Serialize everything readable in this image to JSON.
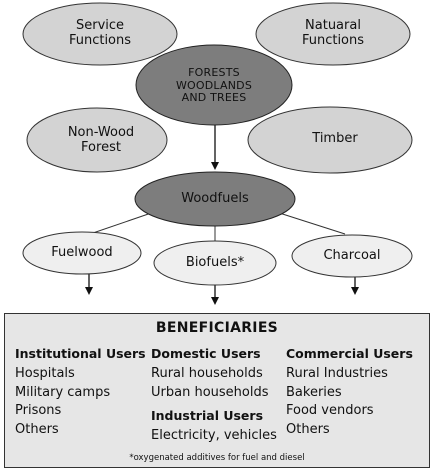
{
  "center": {
    "line1": "FORESTS",
    "line2": "WOODLANDS",
    "line3": "AND TREES"
  },
  "service": {
    "line1": "Service",
    "line2": "Functions"
  },
  "natural": {
    "line1": "Natuaral",
    "line2": "Functions"
  },
  "nonwood": {
    "line1": "Non-Wood",
    "line2": "Forest"
  },
  "timber": "Timber",
  "woodfuels": "Woodfuels",
  "fuelwood": "Fuelwood",
  "biofuels": "Biofuels*",
  "charcoal": "Charcoal",
  "beneficiaries": {
    "title": "BENEFICIARIES",
    "institutional": {
      "heading": "Institutional Users",
      "items": [
        "Hospitals",
        "Military camps",
        "Prisons",
        "Others"
      ]
    },
    "domestic": {
      "heading": "Domestic Users",
      "items": [
        "Rural households",
        "Urban households"
      ]
    },
    "industrial": {
      "heading": "Industrial Users",
      "items": [
        "Electricity, vehicles"
      ]
    },
    "commercial": {
      "heading": "Commercial Users",
      "items": [
        "Rural Industries",
        "Bakeries",
        "Food vendors",
        "Others"
      ]
    },
    "footnote": "*oxygenated additives for fuel and diesel"
  },
  "colors": {
    "light_node": "#d3d3d3",
    "dark_node": "#7d7d7d",
    "pale_node": "#efefef",
    "box_fill": "#e6e6e6"
  }
}
